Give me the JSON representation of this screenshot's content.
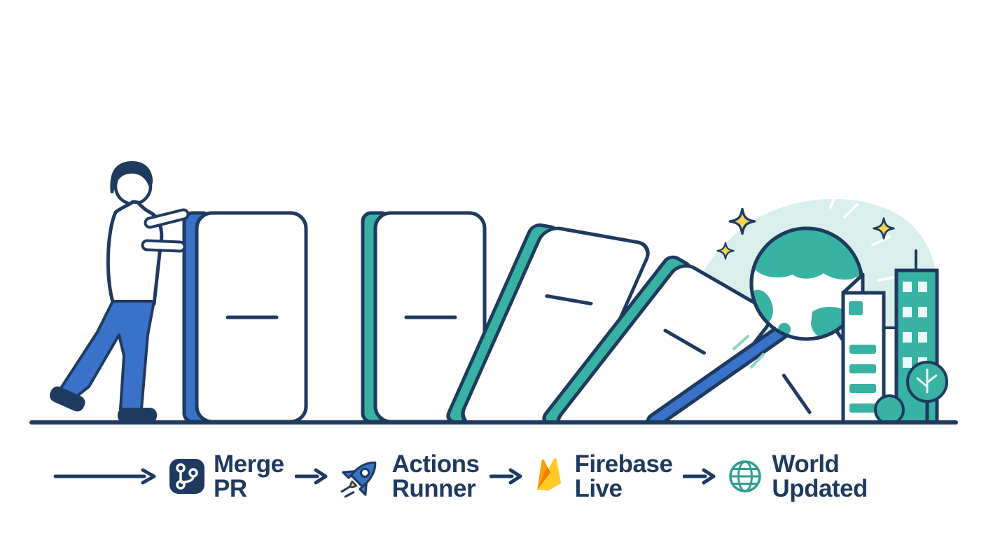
{
  "palette": {
    "navy": "#1e3a5f",
    "blue": "#3a72c9",
    "teal": "#38b2a3",
    "teal_dark": "#2f9e92",
    "teal_light": "#d9efec",
    "teal_soft": "#8fd4cb",
    "yellow": "#f6d44f",
    "amber": "#ffca28",
    "orange": "#ffa000",
    "orange_deep": "#f57c00"
  },
  "illustration": {
    "elements": [
      "person-pushing-domino",
      "standing-domino",
      "falling-dominoes",
      "globe",
      "sparkles",
      "city-buildings",
      "tree"
    ]
  },
  "flow": {
    "steps": [
      {
        "icon": "git-branch-icon",
        "line1": "Merge",
        "line2": "PR"
      },
      {
        "icon": "rocket-icon",
        "line1": "Actions",
        "line2": "Runner"
      },
      {
        "icon": "firebase-icon",
        "line1": "Firebase",
        "line2": "Live"
      },
      {
        "icon": "globe-icon",
        "line1": "World",
        "line2": "Updated"
      }
    ]
  }
}
